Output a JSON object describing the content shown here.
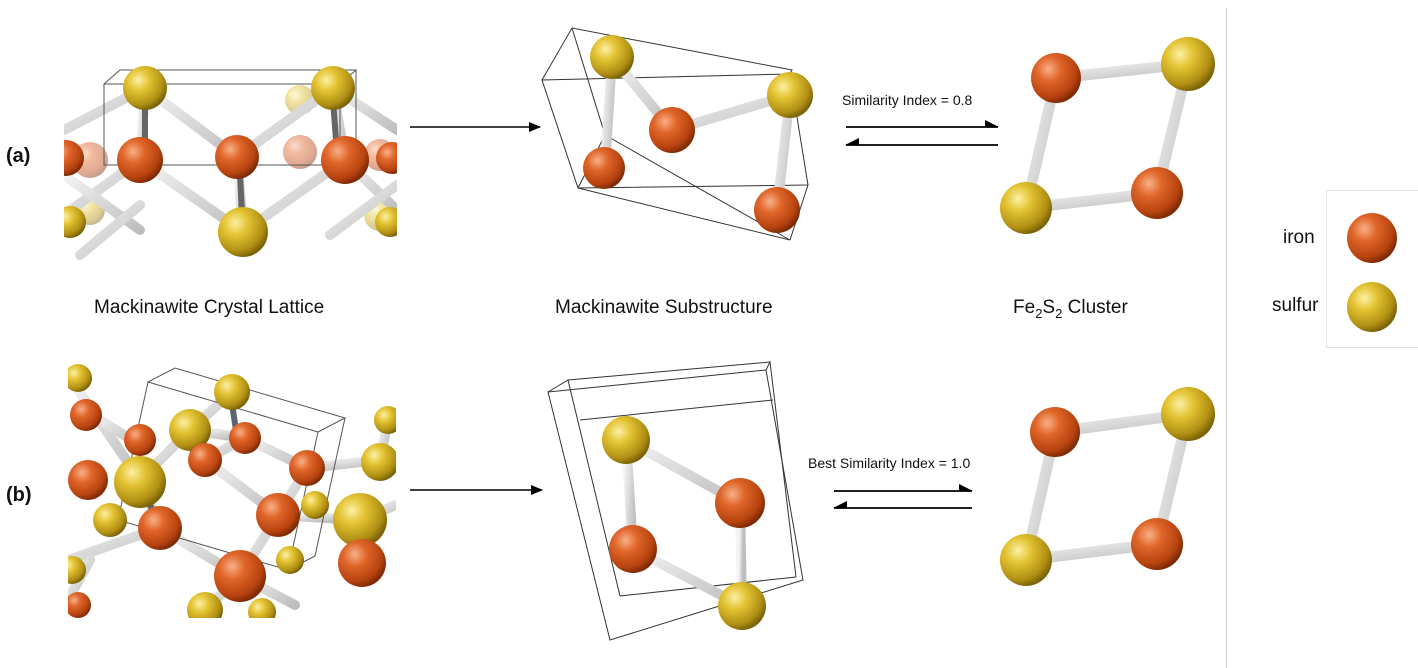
{
  "panels": [
    {
      "letter": "(a)",
      "similarity": "Similarity Index = 0.8"
    },
    {
      "letter": "(b)",
      "similarity": "Best Similarity Index = 1.0"
    }
  ],
  "captions": {
    "lattice": "Mackinawite Crystal Lattice",
    "substructure": "Mackinawite Substructure",
    "cluster_fe": "Fe",
    "cluster_fe_sub": "2",
    "cluster_s": "S",
    "cluster_s_sub": "2",
    "cluster_rest": " Cluster"
  },
  "legend": [
    {
      "label": "iron",
      "color": "#d2551e"
    },
    {
      "label": "sulfur",
      "color": "#d8b623"
    }
  ],
  "colors": {
    "iron": "#d2551e",
    "sulfur": "#d8b623",
    "bond": "#d9d9d9",
    "arrow": "#000000"
  }
}
